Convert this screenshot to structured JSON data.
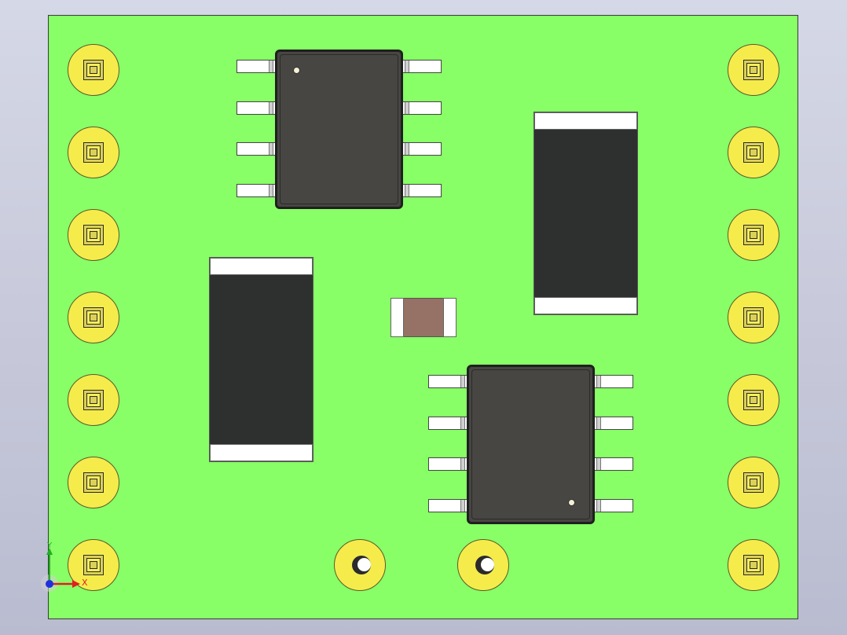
{
  "view": {
    "background_gradient": [
      "#d5d8e6",
      "#b9bbd0"
    ],
    "board_color": "#88ff66"
  },
  "colors": {
    "pad_yellow": "#f5ec4c",
    "ic_body": "#474643",
    "resistor_body": "#2e2f2f",
    "capacitor_body": "#957265",
    "axis_x": "#e02020",
    "axis_y": "#20b020",
    "axis_z": "#2030e0"
  },
  "pads": {
    "left_column_count": 7,
    "right_column_count": 7,
    "bottom_through_holes": 2
  },
  "components": [
    {
      "kind": "SOIC-8",
      "pins": 8
    },
    {
      "kind": "SOIC-8",
      "pins": 8
    },
    {
      "kind": "chip-resistor"
    },
    {
      "kind": "chip-resistor"
    },
    {
      "kind": "chip-capacitor"
    }
  ],
  "triad": {
    "x_label": "X",
    "y_label": "Y"
  }
}
